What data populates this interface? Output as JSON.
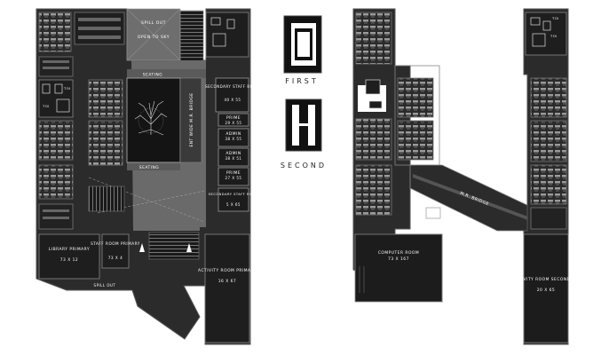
{
  "labels": {
    "spill_out_top": "SPILL OUT",
    "open_to_sky": "OPEN TO SKY",
    "seating_top": "SEATING",
    "seating_bottom": "SEATING",
    "ent_wide_bridge_left": "ENT WIDE M.R. BRIDGE",
    "secondary_staff_room_1": "SECONDARY STAFF ROOM",
    "secondary_staff_room_1_dim": "40 X 55",
    "prime_1": "PRIME",
    "prime_1_dim": "29 X 55",
    "admin_1": "ADMIN",
    "admin_1_dim": "38 X 55",
    "admin_2": "ADMIN",
    "admin_2_dim": "38 X 51",
    "prime_2": "PRIME",
    "prime_2_dim": "27 X 55",
    "secondary_staff_room_2": "SECONDARY STAFF ROOM",
    "secondary_staff_room_2_dim": "5 X 65",
    "library_primary": "LIBRARY PRIMARY",
    "library_primary_dim": "73 X 12",
    "staff_room_primary": "STAFF ROOM PRIMARY",
    "staff_room_primary_dim": "73 X 4",
    "spill_out_bottom": "SPILL OUT",
    "activity_room_primary": "ACTIVITY ROOM PRIMARY",
    "activity_room_primary_dim": "16 X 67",
    "toilet_left_top": "TOI",
    "toilet_left_mid": "TOI",
    "toilet_right_top": "TOI",
    "toilet_right_mid": "TOI",
    "key_first": "FIRST",
    "key_second": "SECOND",
    "computer_room": "COMPUTER ROOM",
    "computer_room_dim": "73 X 167",
    "mr_bridge_right": "M.R. BRIDGE",
    "activity_room_secondary": "ACTIVITY ROOM SECONDARY",
    "activity_room_secondary_dim": "20 X 65"
  },
  "colors": {
    "background": "#ffffff",
    "floor": "#2b2b2b",
    "floor_dark": "#1a1a1a",
    "courtyard": "#6e6e6e",
    "wall": "#8a8a8a",
    "label": "#ffffff"
  }
}
